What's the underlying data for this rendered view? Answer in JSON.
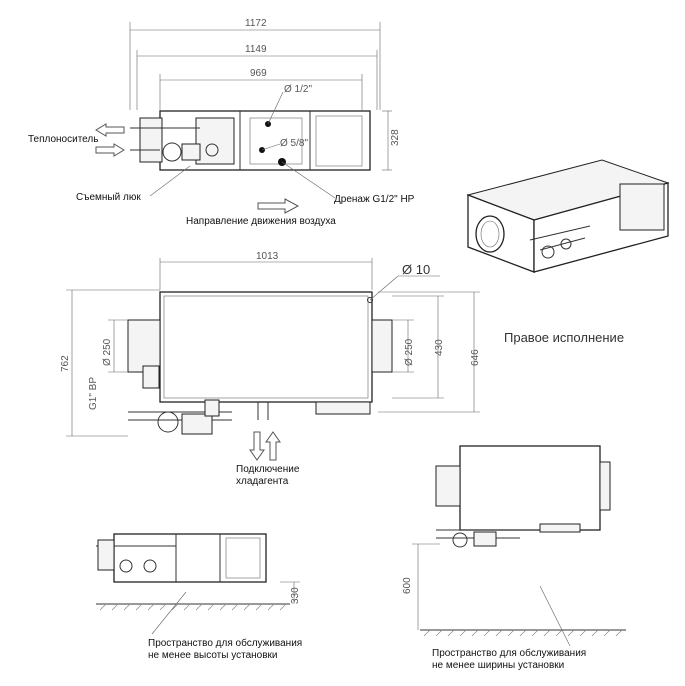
{
  "dimensions": {
    "overall_length": "1172",
    "body_length": "1149",
    "section_length": "969",
    "height": "328",
    "pipe_half_inch": "Ø 1/2\"",
    "pipe_five_eighth": "Ø 5/8\"",
    "plan_length": "1013",
    "bolt_hole": "Ø 10",
    "total_width": "762",
    "duct_dia_left": "Ø 250",
    "duct_dia_right": "Ø 250",
    "flange_height": "430",
    "body_width": "646",
    "thread": "G1\" ВР",
    "service_clearance_1": "330",
    "service_clearance_2": "600"
  },
  "labels": {
    "coolant": "Теплоноситель",
    "hatch": "Съемный люк",
    "drain": "Дренаж G1/2\" НР",
    "airflow": "Направление движения воздуха",
    "version": "Правое исполнение",
    "refrigerant_line1": "Подключение",
    "refrigerant_line2": "хладагента",
    "service_height_line1": "Пространство для обслуживания",
    "service_height_line2": "не менее высоты установки",
    "service_width_line1": "Пространство для обслуживания",
    "service_width_line2": "не менее ширины установки"
  }
}
